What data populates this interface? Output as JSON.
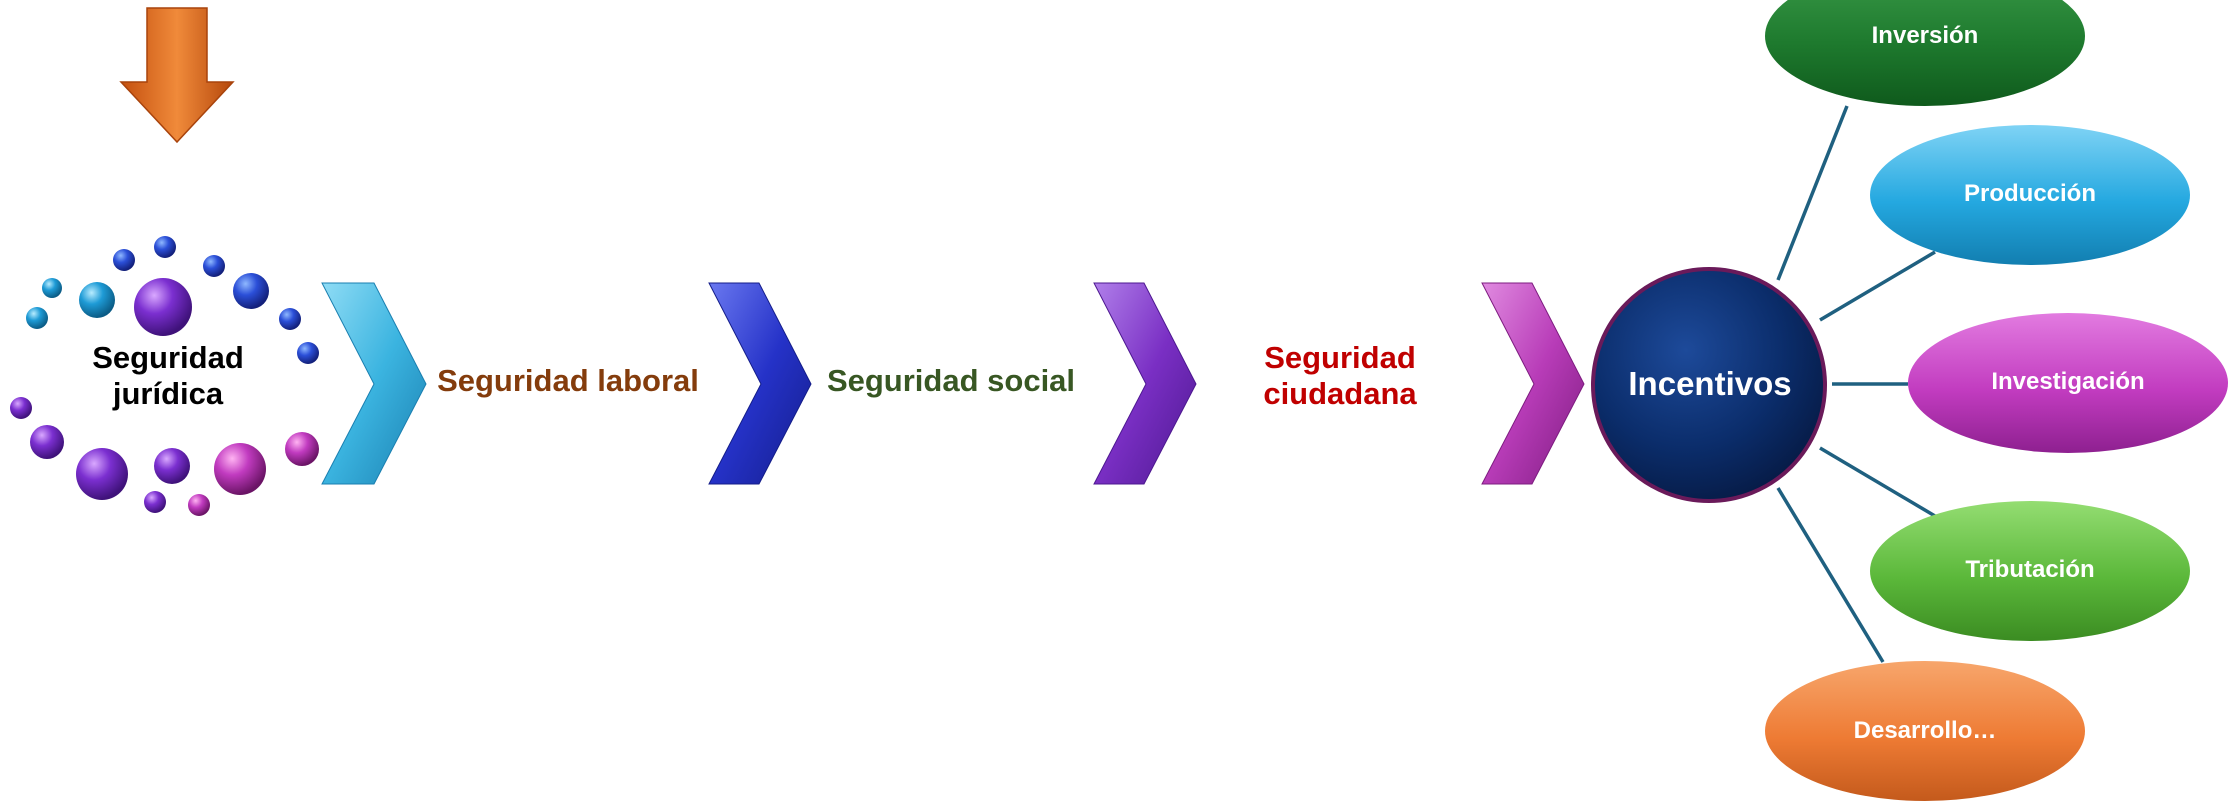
{
  "flow": {
    "start_label": "Seguridad jurídica",
    "step1_label": "Seguridad laboral",
    "step2_label": "Seguridad social",
    "step3_label": "Seguridad ciudadana"
  },
  "hub": {
    "label": "Incentivos",
    "branches": [
      "Inversión",
      "Producción",
      "Investigación",
      "Tributación",
      "Desarrollo…"
    ]
  },
  "colors": {
    "down_arrow": "#e0661b",
    "chevron1": "#3bb4e0",
    "chevron2": "#2532c8",
    "chevron3": "#7a2fc4",
    "chevron4": "#b83cb8",
    "hub": "#0b2d6b",
    "connector": "#1f6080",
    "oval_inversion": "#1e7a2e",
    "oval_produccion": "#24a8e0",
    "oval_investigacion": "#c23cc0",
    "oval_tributacion": "#5bb83a",
    "oval_desarrollo": "#ee7b34"
  }
}
